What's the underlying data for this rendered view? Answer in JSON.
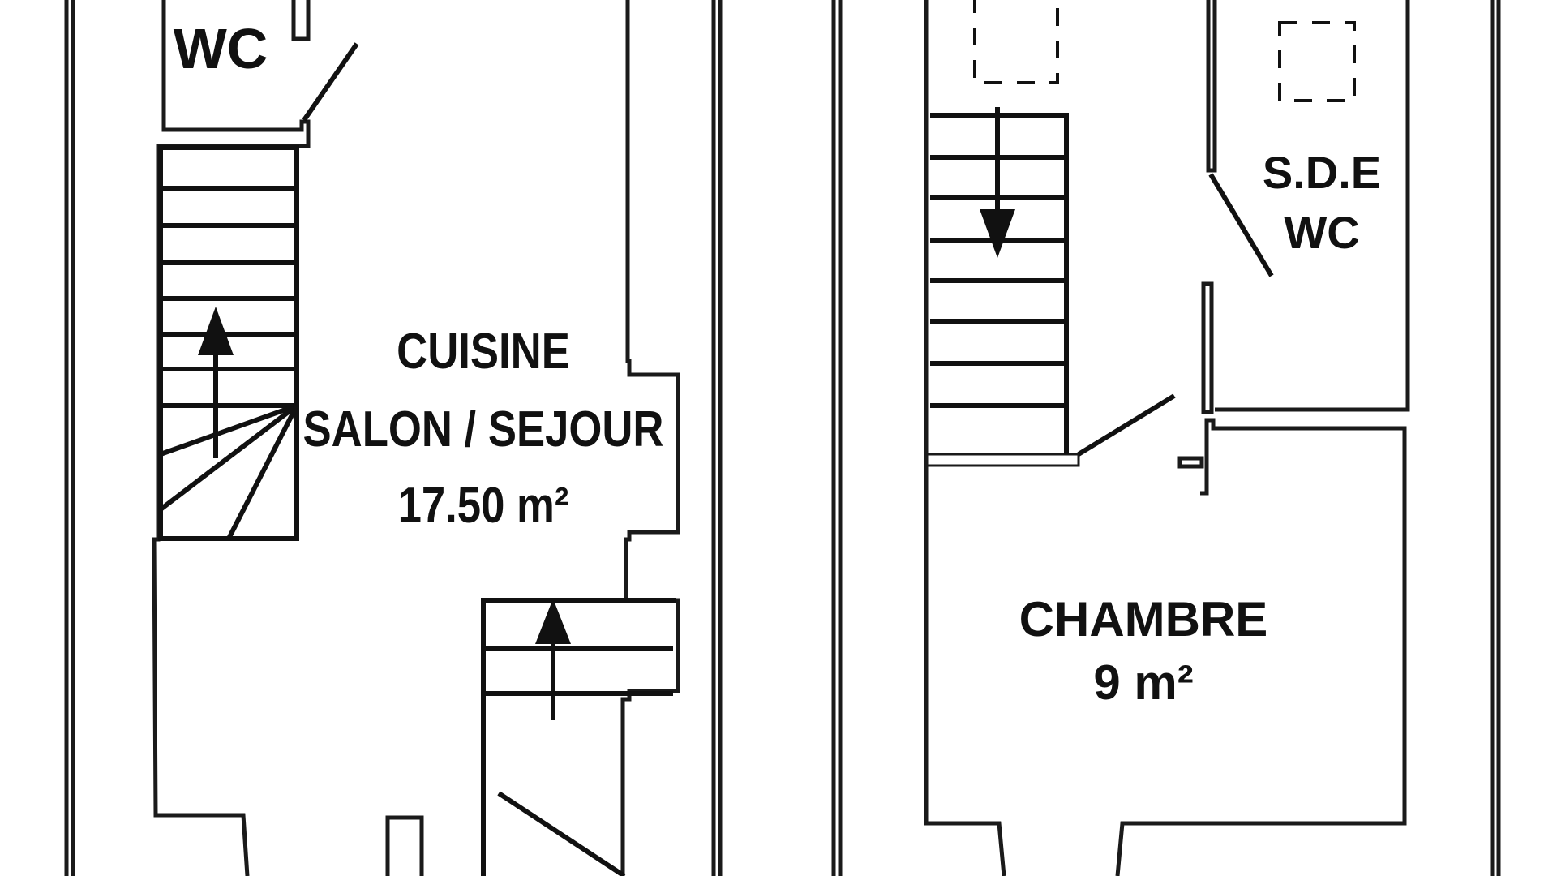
{
  "plan": {
    "left_unit": {
      "wc_label": "WC",
      "living_name_line1": "CUISINE",
      "living_name_line2": "SALON / SEJOUR",
      "living_area": "17.50 m²"
    },
    "right_unit": {
      "bathroom_line1": "S.D.E",
      "bathroom_line2": "WC",
      "bedroom_name": "CHAMBRE",
      "bedroom_area": "9 m²"
    },
    "colors": {
      "wall": "#1a1a1a",
      "ink": "#111111",
      "background": "#ffffff"
    }
  }
}
